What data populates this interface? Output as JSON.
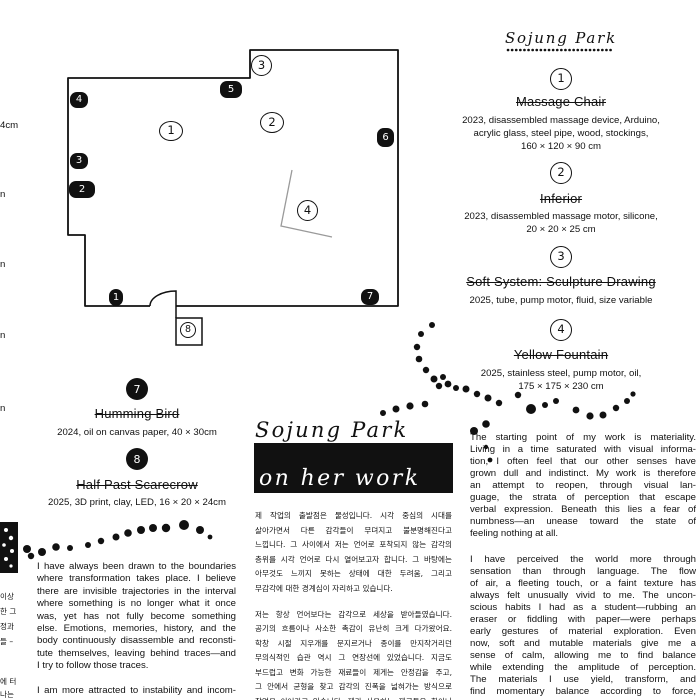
{
  "colors": {
    "background": "#ffffff",
    "ink": "#111111",
    "sight_line": "#9a9a9a"
  },
  "left_margin": {
    "dimension_fragments": [
      "4cm",
      "n",
      "n",
      "n",
      "n"
    ],
    "korean_fragments": [
      "이상",
      "한 그",
      "정과",
      "들 –",
      "에 터",
      "나는"
    ]
  },
  "floor_plan": {
    "filled_markers": [
      "4",
      "5",
      "6",
      "3",
      "2",
      "1",
      "7"
    ],
    "outline_markers": [
      "3",
      "1",
      "2",
      "4"
    ],
    "annex_marker": "8"
  },
  "header": {
    "artist": "Sojung Park"
  },
  "works": [
    {
      "number": "1",
      "title": "Massage Chair",
      "details": [
        "2023, disassembled massage device, Arduino,",
        "acrylic glass, steel pipe, wood, stockings,",
        "160 × 120 × 90 cm"
      ]
    },
    {
      "number": "2",
      "title": "Inferior",
      "details": [
        "2023, disassembled massage motor, silicone,",
        "20 × 20 × 25 cm"
      ]
    },
    {
      "number": "3",
      "title": "Soft System: Sculpture Drawing",
      "details": [
        "2025, tube, pump motor, fluid, size variable"
      ]
    },
    {
      "number": "4",
      "title": "Yellow Fountain",
      "details": [
        "2025, stainless steel, pump motor, oil,",
        "175 × 175 × 230 cm"
      ]
    },
    {
      "number": "7",
      "title": "Humming Bird",
      "details": [
        "2024, oil on canvas paper, 40 × 30cm"
      ]
    },
    {
      "number": "8",
      "title": "Half Past Scarecrow",
      "details": [
        "2025, 3D print, clay, LED, 16 × 20 × 24cm"
      ]
    }
  ],
  "essay": {
    "artist": "Sojung Park",
    "heading": "on her work",
    "korean": [
      [
        "제 작업의 출발점은 물성입니다. 시각 중심의 시대를",
        "살아가면서 다른 감각들이 무뎌지고 불분명해진다고",
        "느낍니다. 그 사이에서 저는 언어로 포착되지 않는 감각의",
        "층위를 시각 언어로 다시 열어보고자 합니다. 그 바탕에는",
        "아무것도 느끼지 못하는 상태에 대한 두려움, 그리고",
        "무감각에 대한 경계심이 자리하고 있습니다."
      ],
      [
        "저는 항상 언어보다는 감각으로 세상을 받아들였습니다.",
        "공기의 흐름이나 사소한 촉감이 유난히 크게 다가왔어요.",
        "학창 시절 지우개를 문지르거나 종이를 만지작거리던",
        "무의식적인 습관 역시 그 연장선에 있었습니다. 지금도",
        "부드럽고 변화 가능한 재료들이 제게는 안정감을 주고,",
        "그 안에서 균형을 찾고 감각의 진폭을 넓혀가는 방식으로",
        "작업을 이어가고 있습니다. 제가 사용하는 재료들은 힘이나"
      ]
    ],
    "english_left": [
      [
        "I have always been drawn to the boundaries",
        "where transformation takes place. I believe",
        "there are invisible trajectories in the interval",
        "where something is no longer what it once",
        "was, yet has not fully become something",
        "else. Emotions, memories, history, and the",
        "body continuously disassemble and reconsti-",
        "tute themselves, leaving behind traces—and",
        "I try to follow those traces."
      ],
      [
        "I am more attracted to instability and incom-"
      ]
    ],
    "english_right": [
      [
        "The starting point of my work is materiality.",
        "Living in a time saturated with visual informa-",
        "tion, I often feel that our other senses have",
        "grown dull and indistinct. My work is therefore",
        "an attempt to reopen, through visual lan-",
        "guage, the strata of perception that escape",
        "verbal expression. Beneath this lies a fear of",
        "numbness—an unease toward the state of",
        "feeling nothing at all."
      ],
      [
        "I have perceived the world more through",
        "sensation than through language. The flow",
        "of air, a fleeting touch, or a faint texture has",
        "always felt unusually vivid to me. The uncon-",
        "scious habits I had as a student—rubbing an",
        "eraser or fiddling with paper—were perhaps",
        "early gestures of material exploration. Even",
        "now, soft and mutable materials give me a",
        "sense of calm, allowing me to find balance",
        "while extending the amplitude of perception.",
        "The materials I use yield, transform, and",
        "find momentary balance according to force,"
      ]
    ]
  }
}
